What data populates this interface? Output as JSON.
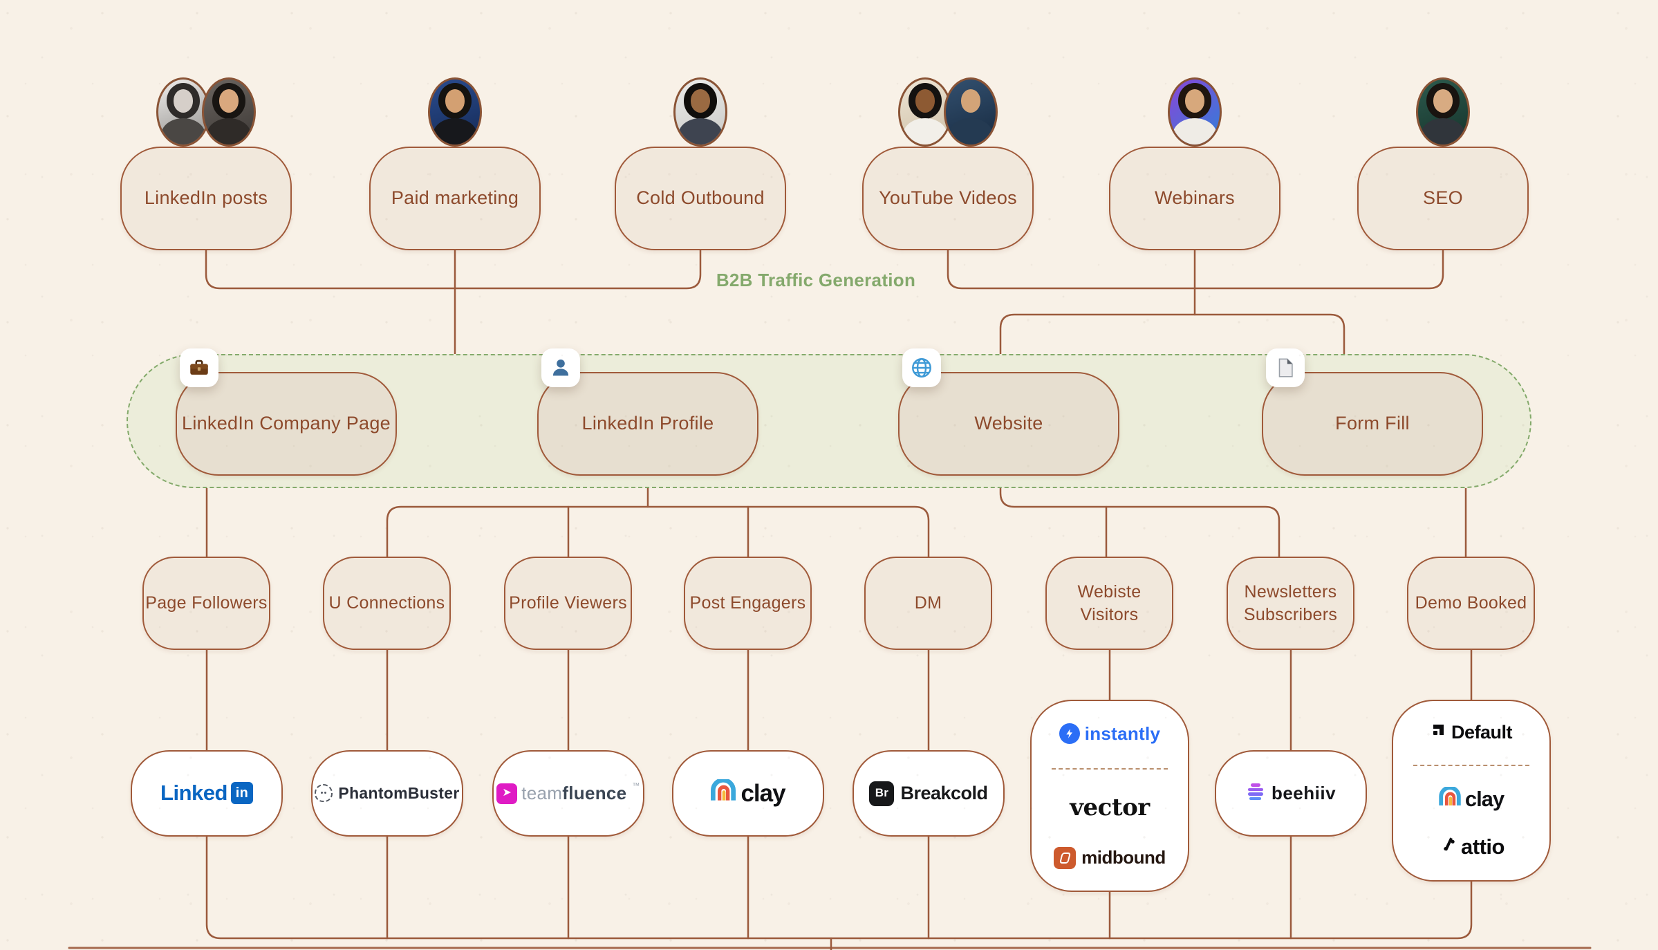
{
  "traffic_label": "B2B Traffic Generation",
  "colors": {
    "canvas-bg": "#f8f1e7",
    "line": "#9b5a3c",
    "node-border": "#a05a3a",
    "node-fill": "#f1e8dc",
    "channel-fill": "#e7dfd0",
    "container-fill": "#ecedda",
    "container-border": "#84aa6b",
    "node-text": "#8d4a2c",
    "traffic-text": "#84a96c",
    "tool-fill": "#ffffff",
    "linkedin-blue": "#0a66c2",
    "instantly-blue": "#2b6ef6",
    "teamfluence-magenta": "#df1bc4",
    "midbound-orange": "#cd5a2d",
    "dark-text": "#1d2026"
  },
  "sources": [
    {
      "label": "LinkedIn posts"
    },
    {
      "label": "Paid marketing"
    },
    {
      "label": "Cold Outbound"
    },
    {
      "label": "YouTube Videos"
    },
    {
      "label": "Webinars"
    },
    {
      "label": "SEO"
    }
  ],
  "channels": [
    {
      "label": "LinkedIn Company Page",
      "icon": "briefcase-icon"
    },
    {
      "label": "LinkedIn Profile",
      "icon": "person-icon"
    },
    {
      "label": "Website",
      "icon": "globe-icon"
    },
    {
      "label": "Form Fill",
      "icon": "document-icon"
    }
  ],
  "metrics": [
    {
      "label": "Page Followers"
    },
    {
      "label": "U Connections"
    },
    {
      "label": "Profile Viewers"
    },
    {
      "label": "Post Engagers"
    },
    {
      "label": "DM"
    },
    {
      "label": "Webiste Visitors"
    },
    {
      "label": "Newsletters Subscribers"
    },
    {
      "label": "Demo Booked"
    }
  ],
  "tools": {
    "linkedin": {
      "word": "Linked",
      "badge": "in"
    },
    "phantombuster": {
      "label": "PhantomBuster"
    },
    "teamfluence": {
      "prefix": "team",
      "suffix": "fluence",
      "tm": "™",
      "arrow": "➤"
    },
    "clay": {
      "label": "clay"
    },
    "breakcold": {
      "badge": "Br",
      "label": "Breakcold"
    },
    "instantly": {
      "label": "instantly"
    },
    "vector": {
      "label": "vector"
    },
    "midbound": {
      "label": "midbound"
    },
    "beehiiv": {
      "label": "beehiiv"
    },
    "default": {
      "label": "Default"
    },
    "clay2": {
      "label": "clay"
    },
    "attio": {
      "label": "attio"
    }
  }
}
